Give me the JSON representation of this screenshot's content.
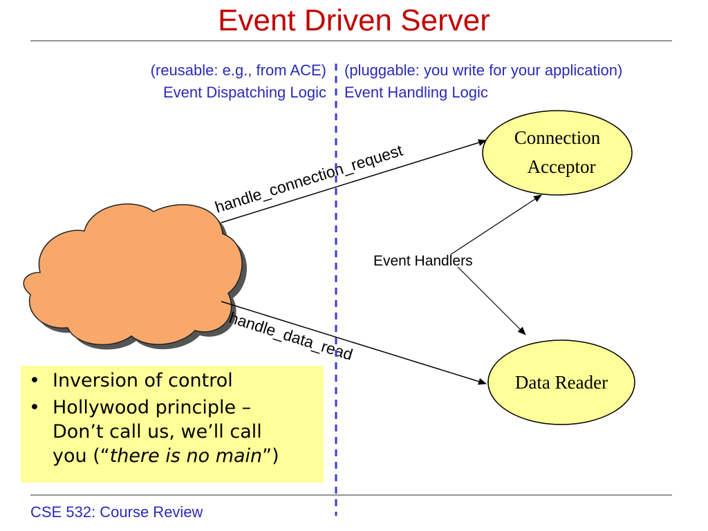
{
  "title": "Event Driven Server",
  "headers": {
    "left_line1": "(reusable: e.g., from ACE)",
    "left_line2": "Event Dispatching Logic",
    "right_line1": "(pluggable: you write for your application)",
    "right_line2": "Event Handling Logic"
  },
  "nodes": {
    "connection_acceptor_line1": "Connection",
    "connection_acceptor_line2": "Acceptor",
    "data_reader": "Data Reader"
  },
  "edges": {
    "connection": "handle_connection_request",
    "data": "handle_data_read"
  },
  "event_handlers_label": "Event Handlers",
  "bullets": {
    "item1": "Inversion of control",
    "item2_line1": "Hollywood principle –",
    "item2_line2": "Don’t call us, we’ll call",
    "item2_line3_start": "you (“",
    "item2_line3_italic": "there is no main",
    "item2_line3_end": "”)"
  },
  "footer": "CSE 532: Course Review",
  "colors": {
    "title": "#c00000",
    "header_text": "#2a2ab8",
    "divider": "#3a3ad0",
    "cloud_fill": "#f8a86a",
    "ellipse_fill": "#ffff99",
    "callout_fill": "#ffff99"
  }
}
